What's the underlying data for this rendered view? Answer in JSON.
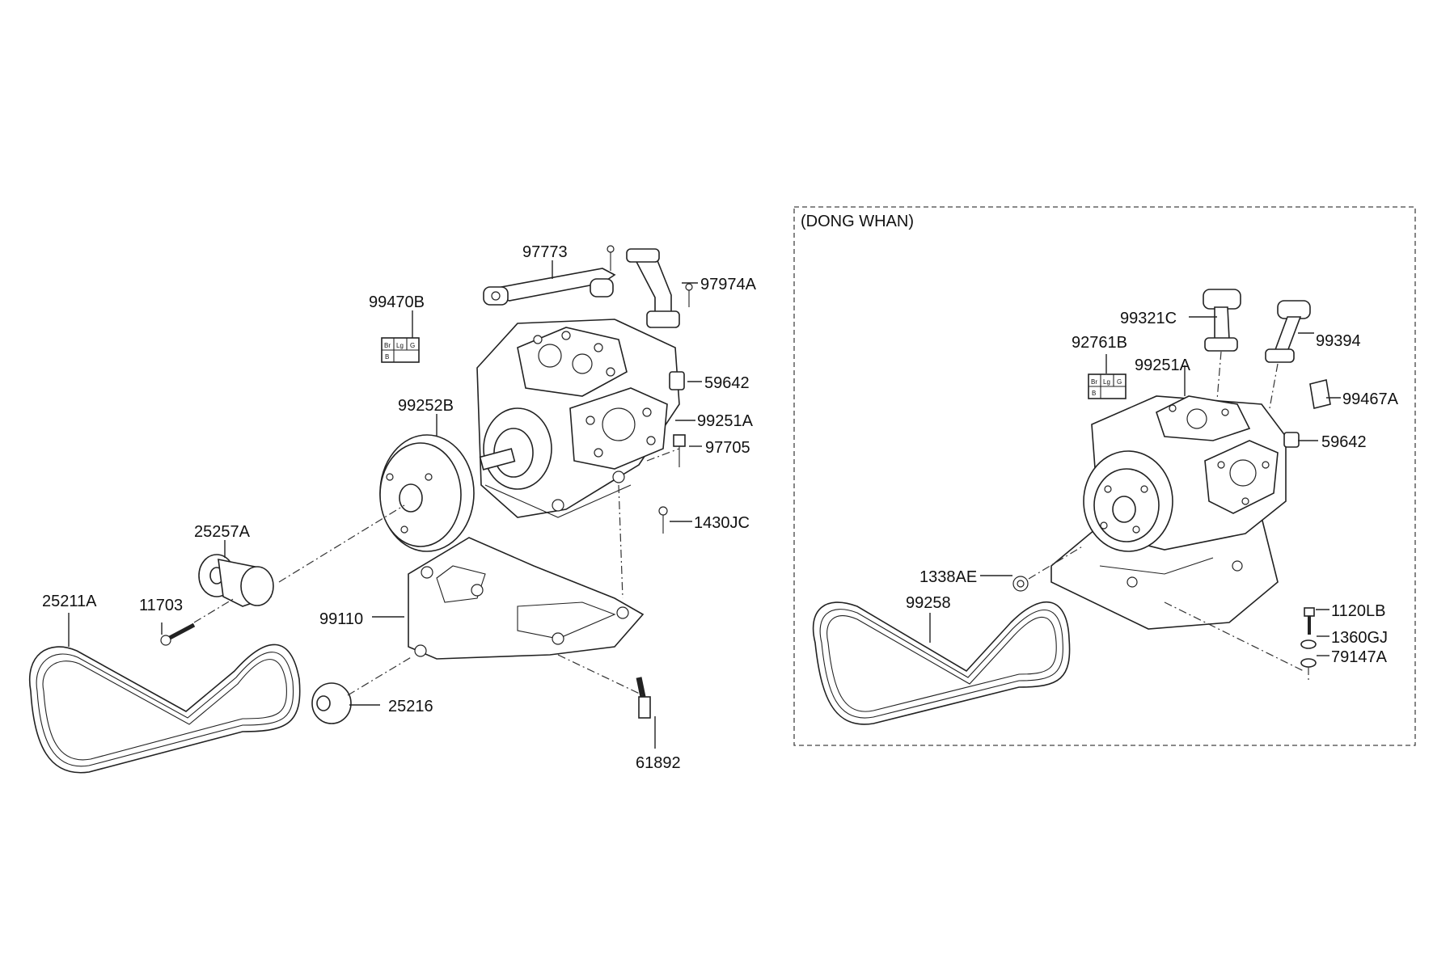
{
  "section": {
    "variant_label": "(DONG WHAN)"
  },
  "parts": {
    "main": {
      "p97773": "97773",
      "p97974A": "97974A",
      "p99470B": "99470B",
      "p59642": "59642",
      "p99252B": "99252B",
      "p99251A": "99251A",
      "p97705": "97705",
      "p25257A": "25257A",
      "p1430JC": "1430JC",
      "p25211A": "25211A",
      "p11703": "11703",
      "p99110": "99110",
      "p25216": "25216",
      "p61892": "61892"
    },
    "dong_whan": {
      "p99321C": "99321C",
      "p92761B": "92761B",
      "p99394": "99394",
      "p99251A": "99251A",
      "p99467A": "99467A",
      "p59642": "59642",
      "p1338AE": "1338AE",
      "p99258": "99258",
      "p1120LB": "1120LB",
      "p1360GJ": "1360GJ",
      "p79147A": "79147A"
    }
  },
  "connector": {
    "pins": [
      "Br",
      "Lg",
      "G",
      "B"
    ]
  }
}
